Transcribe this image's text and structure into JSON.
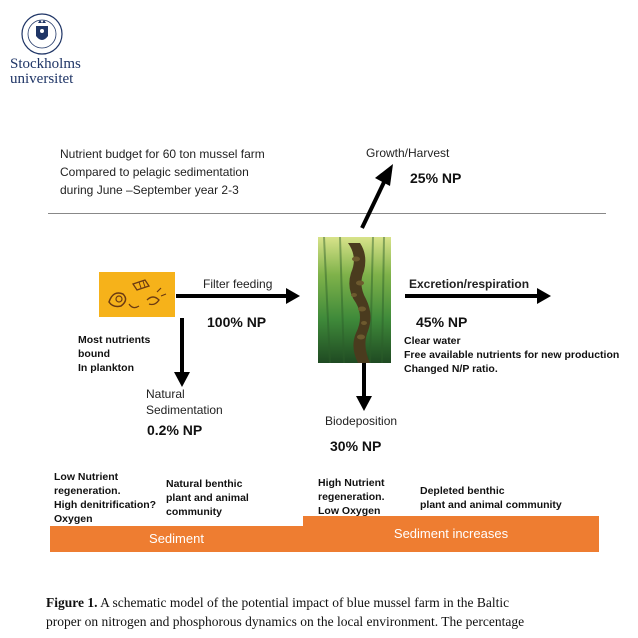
{
  "logo": {
    "line1": "Stockholms",
    "line2": "universitet"
  },
  "header": {
    "budget_lines": [
      "Nutrient budget for 60 ton mussel farm",
      "Compared to pelagic sedimentation",
      "during June –September year 2-3"
    ]
  },
  "flows": {
    "growth": {
      "label": "Growth/Harvest",
      "value": "25% NP"
    },
    "filter": {
      "label": "Filter feeding",
      "value": "100% NP"
    },
    "excretion": {
      "label": "Excretion/respiration",
      "value": "45% NP"
    },
    "natural_sed": {
      "label_lines": [
        "Natural",
        "Sedimentation"
      ],
      "value": "0.2%  NP"
    },
    "biodeposition": {
      "label": "Biodeposition",
      "value": "30% NP"
    }
  },
  "notes": {
    "plankton": [
      "Most nutrients",
      "bound",
      "In plankton"
    ],
    "excretion": [
      "Clear water",
      "Free available nutrients  for new production",
      "Changed N/P ratio."
    ],
    "low_regen": [
      "Low Nutrient",
      "regeneration.",
      "High  denitrification?",
      "Oxygen"
    ],
    "natural_benthic": [
      "Natural benthic",
      "plant and animal",
      "community"
    ],
    "high_regen": [
      "High Nutrient",
      "regeneration.",
      "Low Oxygen"
    ],
    "depleted_benthic": [
      "Depleted benthic",
      "plant and animal community"
    ]
  },
  "sediment": {
    "left": "Sediment",
    "right": "Sediment increases"
  },
  "caption": {
    "figure_label": "Figure 1.",
    "line1": " A schematic model of the potential impact of blue mussel farm in the Baltic",
    "line2": "proper on nitrogen and phosphorous dynamics on the local environment. The percentage"
  },
  "colors": {
    "sediment": "#ee7d31",
    "logo": "#1f3566",
    "plankton_bg": "#f6b21a",
    "underwater": "#3f8a3a"
  },
  "icons": {
    "logo": "university-seal-icon",
    "plankton": "plankton-illustration-icon",
    "mussel": "mussel-rope-photo"
  }
}
